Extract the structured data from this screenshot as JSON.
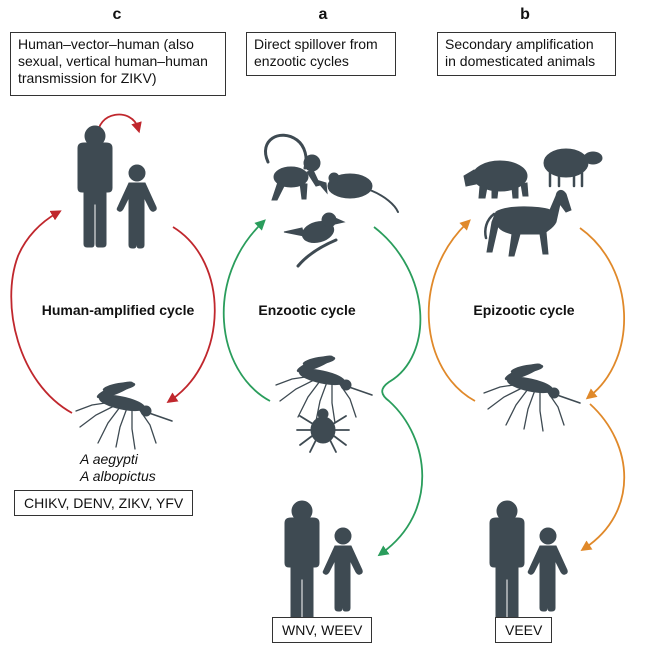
{
  "panels": {
    "c": {
      "letter": "c",
      "description": "Human–vector–human (also sexual, vertical human–human transmission for ZIKV)",
      "cycle": "Human-amplified cycle",
      "species": [
        "A aegypti",
        "A albopictus"
      ],
      "viruses": "CHIKV, DENV, ZIKV, YFV",
      "arrow_color": "#c0272d"
    },
    "a": {
      "letter": "a",
      "description": "Direct spillover from enzootic cycles",
      "cycle": "Enzootic cycle",
      "viruses": "WNV, WEEV",
      "arrow_color": "#2a9d5c"
    },
    "b": {
      "letter": "b",
      "description": "Secondary amplification in domesticated animals",
      "cycle": "Epizootic cycle",
      "viruses": "VEEV",
      "arrow_color": "#e0892a"
    }
  },
  "colors": {
    "silhouette": "#3e4a52"
  },
  "icons": [
    "human-adult-icon",
    "human-child-icon",
    "monkey-icon",
    "rat-icon",
    "bird-icon",
    "pig-icon",
    "sheep-icon",
    "horse-icon",
    "mosquito-icon",
    "tick-icon"
  ]
}
